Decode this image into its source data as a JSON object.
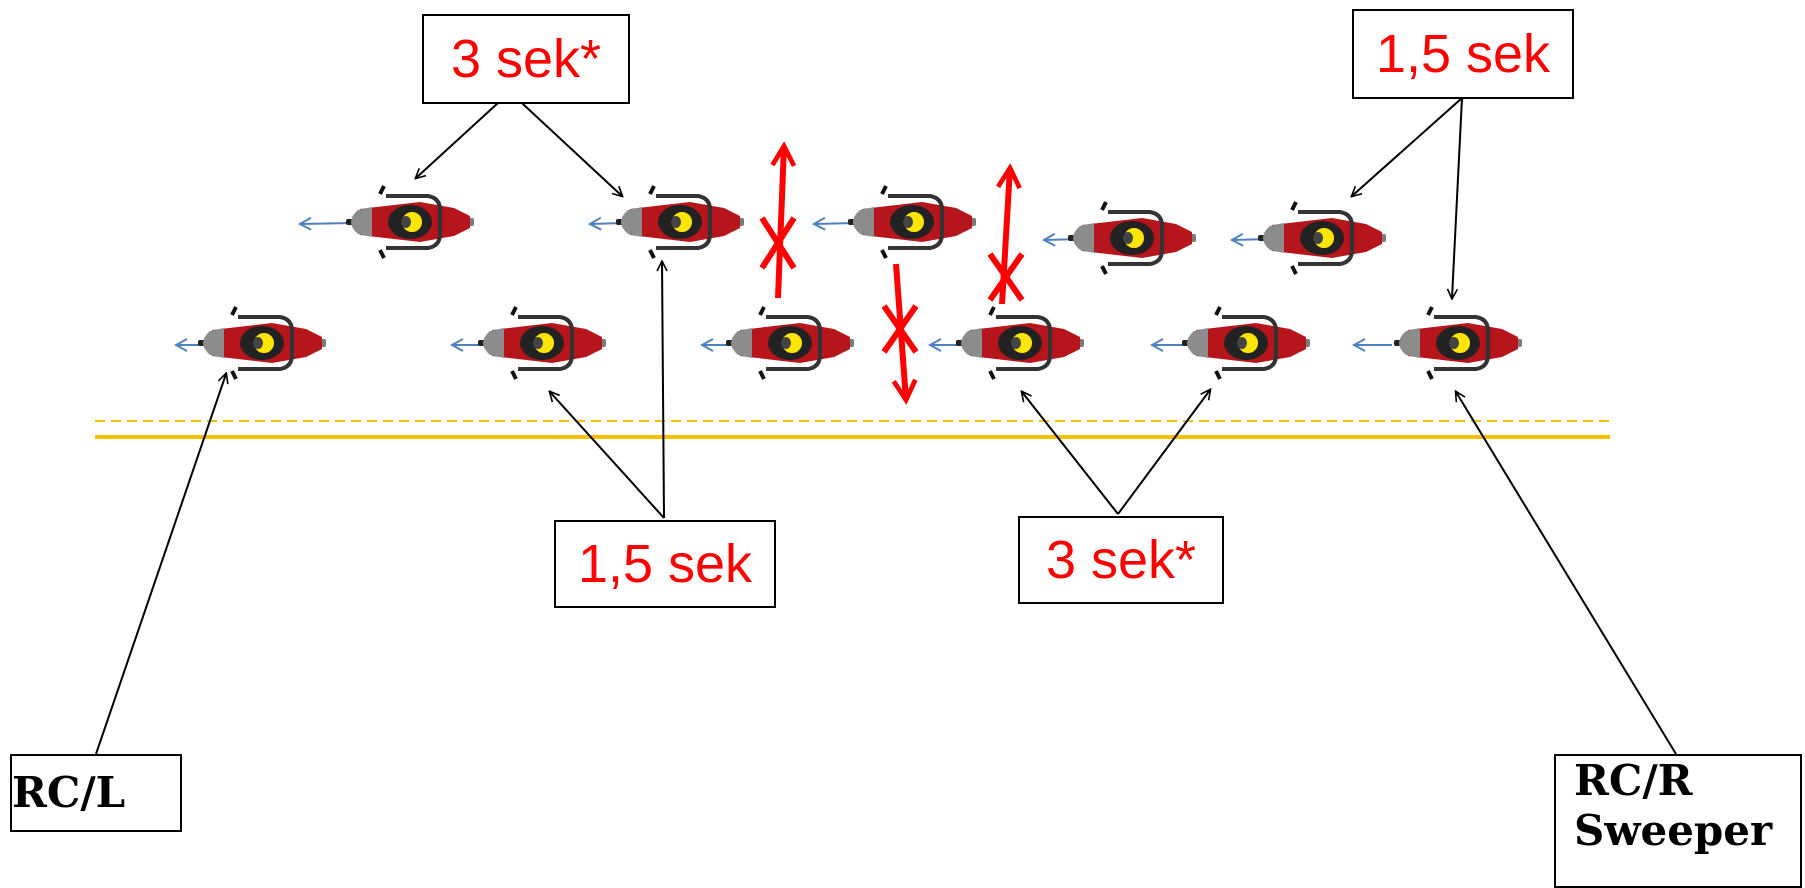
{
  "labels": {
    "top_left_gap": "3 sek*",
    "top_right_gap": "1,5 sek",
    "mid_left_gap": "1,5 sek",
    "mid_right_gap": "3 sek*",
    "leader": "RC/L",
    "sweeper_line1": "RC/R",
    "sweeper_line2": "Sweeper"
  },
  "colors": {
    "label_text": "#ff0000",
    "road_line": "#f5c000",
    "direction_arrow": "#4f81bd",
    "forbidden_arrow": "#ff0000",
    "bike_body": "#b5151b",
    "helmet": "#ffe600",
    "pointer": "#000000"
  }
}
